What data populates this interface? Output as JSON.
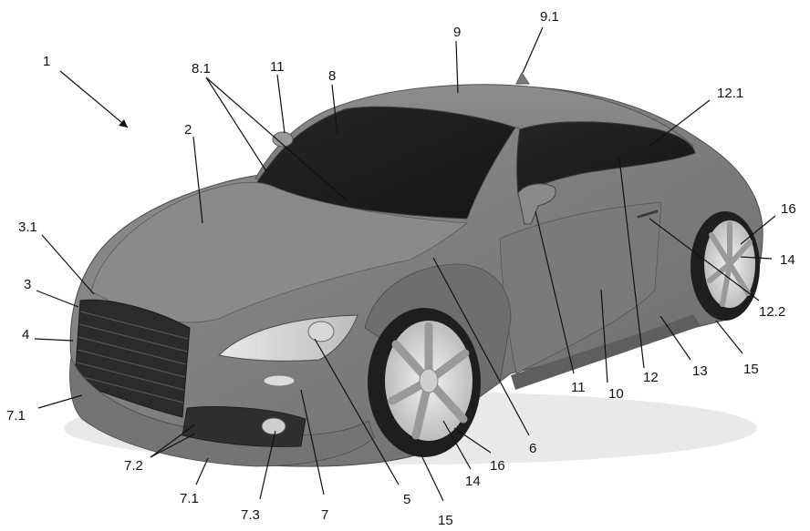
{
  "callouts": [
    {
      "id": "1",
      "text": "1"
    },
    {
      "id": "2",
      "text": "2"
    },
    {
      "id": "3_1",
      "text": "3.1"
    },
    {
      "id": "3",
      "text": "3"
    },
    {
      "id": "4",
      "text": "4"
    },
    {
      "id": "7_1a",
      "text": "7.1"
    },
    {
      "id": "7_2",
      "text": "7.2"
    },
    {
      "id": "7_1b",
      "text": "7.1"
    },
    {
      "id": "7_3",
      "text": "7.3"
    },
    {
      "id": "7",
      "text": "7"
    },
    {
      "id": "5",
      "text": "5"
    },
    {
      "id": "15a",
      "text": "15"
    },
    {
      "id": "14a",
      "text": "14"
    },
    {
      "id": "16a",
      "text": "16"
    },
    {
      "id": "6",
      "text": "6"
    },
    {
      "id": "11a",
      "text": "11"
    },
    {
      "id": "10",
      "text": "10"
    },
    {
      "id": "12",
      "text": "12"
    },
    {
      "id": "13",
      "text": "13"
    },
    {
      "id": "15b",
      "text": "15"
    },
    {
      "id": "12_2",
      "text": "12.2"
    },
    {
      "id": "14b",
      "text": "14"
    },
    {
      "id": "16b",
      "text": "16"
    },
    {
      "id": "12_1",
      "text": "12.1"
    },
    {
      "id": "9_1",
      "text": "9.1"
    },
    {
      "id": "9",
      "text": "9"
    },
    {
      "id": "8",
      "text": "8"
    },
    {
      "id": "11b",
      "text": "11"
    },
    {
      "id": "8_1",
      "text": "8.1"
    }
  ]
}
